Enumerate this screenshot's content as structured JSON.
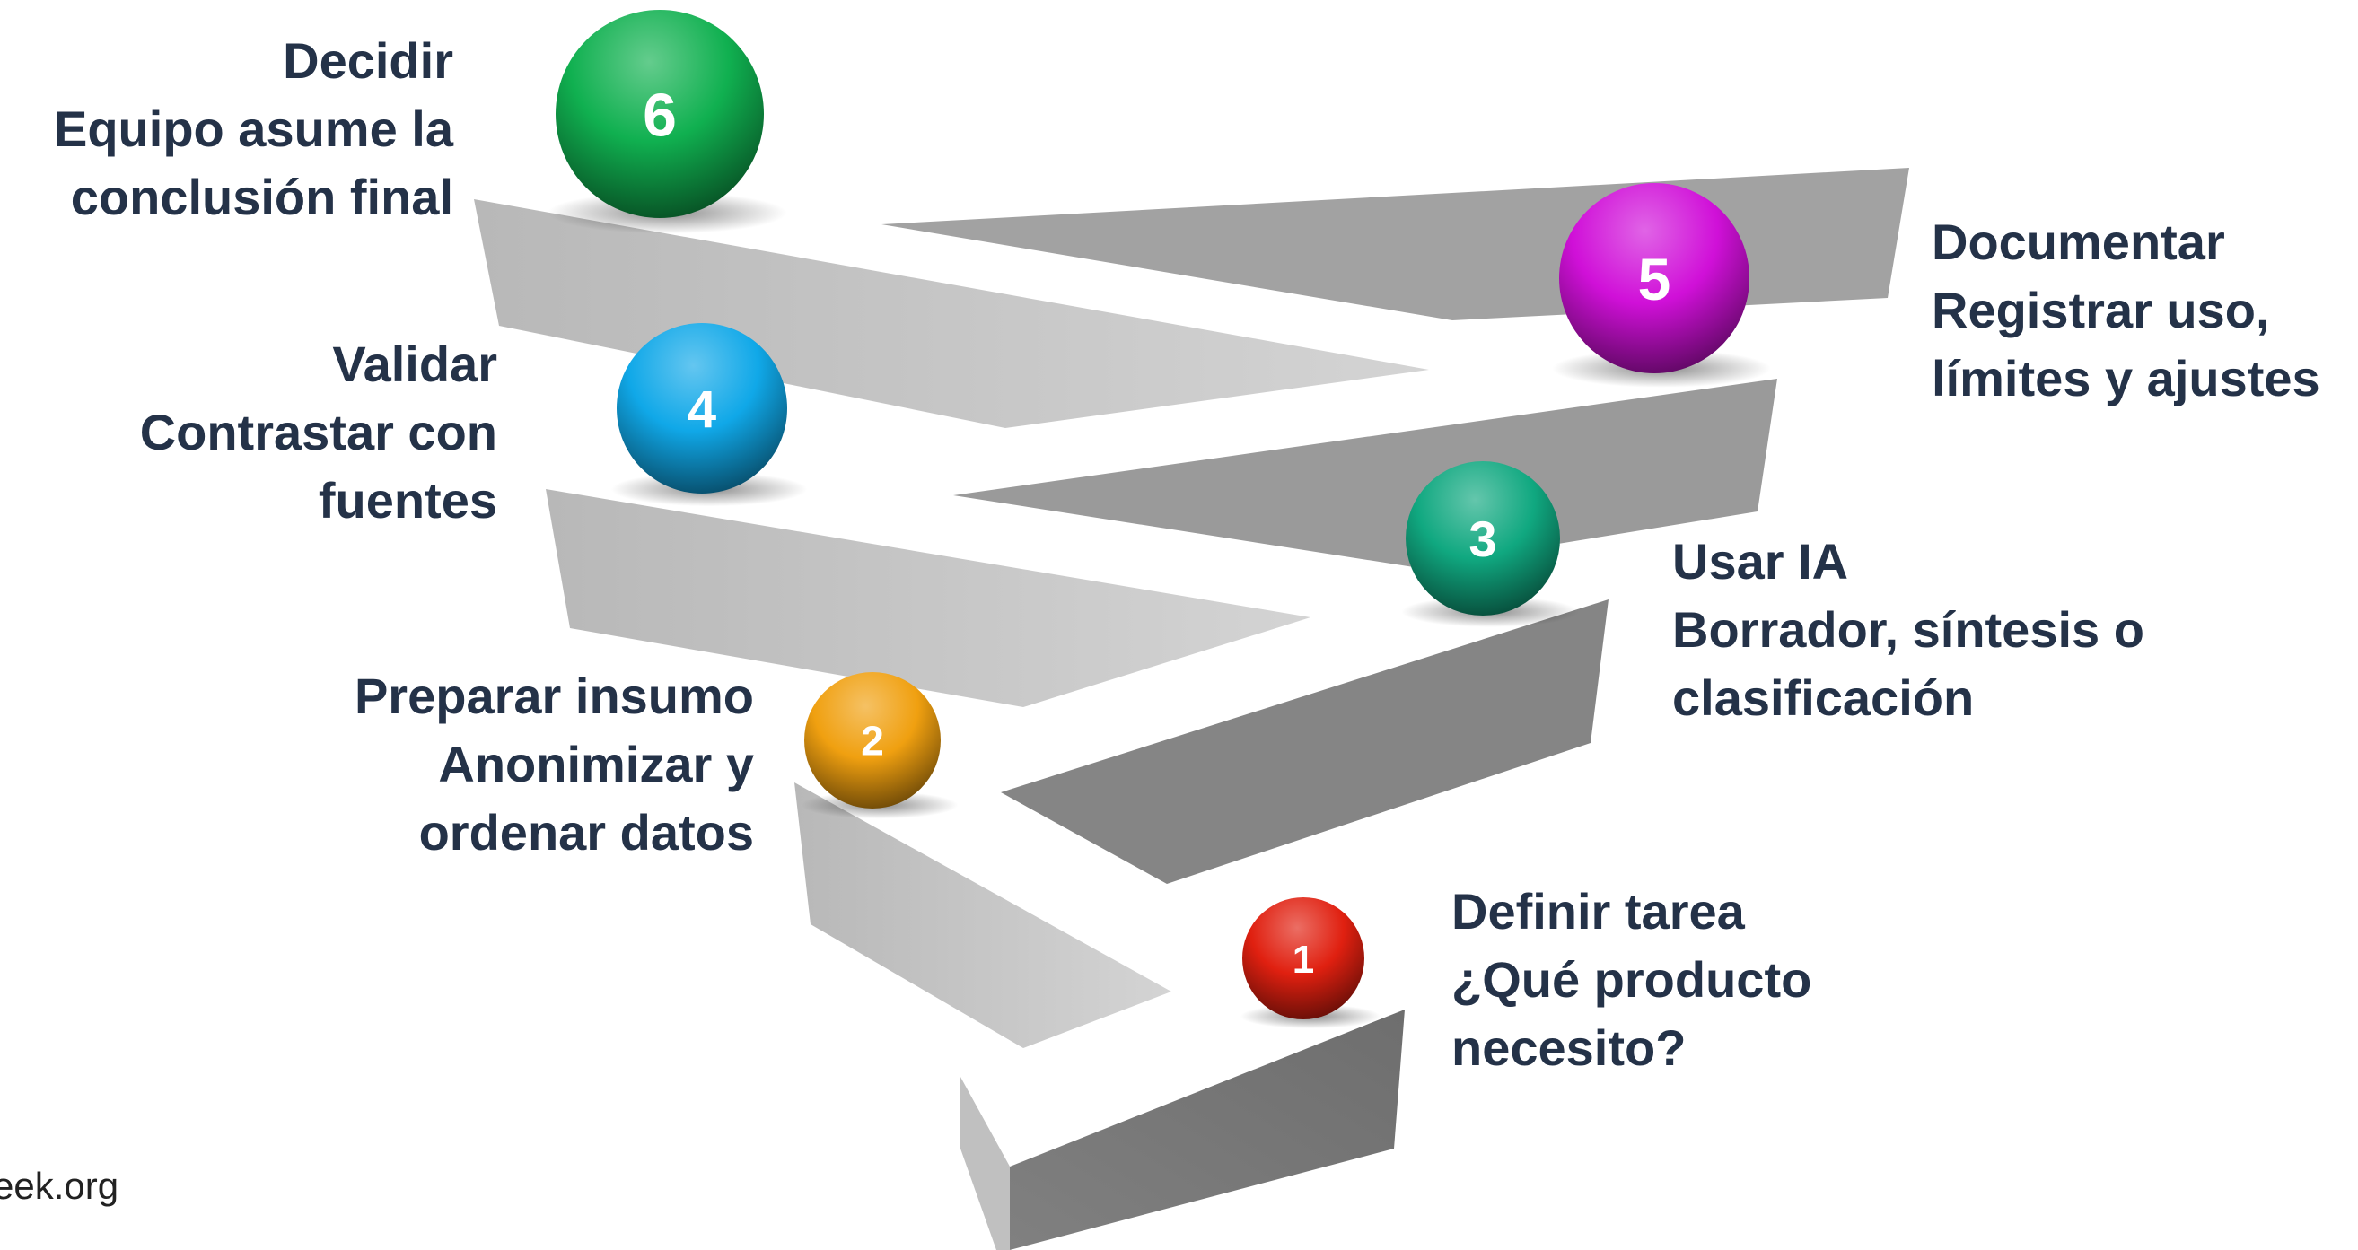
{
  "steps": [
    {
      "number": "1",
      "title": "Definir tarea",
      "lines": [
        "¿Qué producto",
        "necesito?"
      ],
      "color": "#e02010"
    },
    {
      "number": "2",
      "title": "Preparar insumo",
      "lines": [
        "Anonimizar y",
        "ordenar datos"
      ],
      "color": "#f0a010"
    },
    {
      "number": "3",
      "title": "Usar IA",
      "lines": [
        "Borrador, síntesis o",
        "clasificación"
      ],
      "color": "#10a880"
    },
    {
      "number": "4",
      "title": "Validar",
      "lines": [
        "Contrastar con",
        "fuentes"
      ],
      "color": "#10a8e8"
    },
    {
      "number": "5",
      "title": "Documentar",
      "lines": [
        "Registrar uso,",
        "límites y ajustes"
      ],
      "color": "#d010d8"
    },
    {
      "number": "6",
      "title": "Decidir",
      "lines": [
        "Equipo asume la",
        "conclusión final"
      ],
      "color": "#10b050"
    }
  ],
  "footer": {
    "url": "eek.org"
  },
  "colors": {
    "text": "#243248",
    "ribbon_light": "#cccccc",
    "ribbon_dark": "#8a8a8a"
  }
}
